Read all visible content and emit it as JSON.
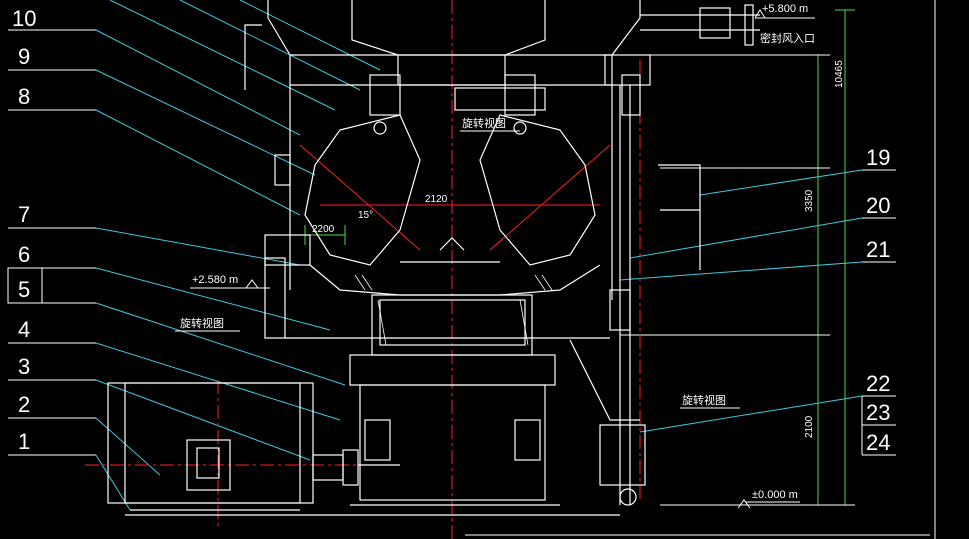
{
  "colors": {
    "background": "#000000",
    "outline": "#ffffff",
    "center_line": "#ff2020",
    "leader": "#40c8e0",
    "dimension": "#4ad84a",
    "label_text": "#ffffff",
    "hatch": "#ffffff"
  },
  "part_numbers": {
    "n10": "10",
    "n9": "9",
    "n8": "8",
    "n7": "7",
    "n6": "6",
    "n5": "5",
    "n4": "4",
    "n3": "3",
    "n2": "2",
    "n1": "1",
    "n19": "19",
    "n20": "20",
    "n21": "21",
    "n22": "22",
    "n23": "23",
    "n24": "24"
  },
  "dimensions": {
    "gap_left": "2200",
    "gap_center": "2120",
    "angle": "15°",
    "height_total": "10465",
    "height_mid": "3350",
    "height_low": "2100"
  },
  "elevations": {
    "top": "+5.800 m",
    "mid": "+2.580 m",
    "base": "±0.000 m"
  },
  "annotations": {
    "seal_air_inlet": "密封风入口",
    "rotated_view_center": "旋转视图",
    "rotated_view_left": "旋转视图",
    "rotated_view_right": "旋转视图"
  }
}
